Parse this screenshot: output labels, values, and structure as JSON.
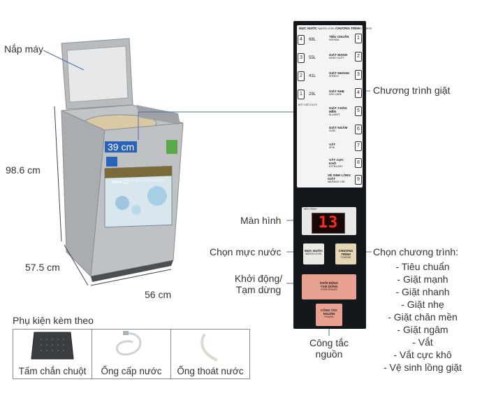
{
  "washer": {
    "lid_label": "Nắp máy",
    "depth_label": "39 cm",
    "height_label": "98.6 cm",
    "side_label": "57.5  cm",
    "width_label": "56 cm",
    "brand_text": "AQUA",
    "drum_banner": "CHẾ ĐỘ GIẶT LƯỢNG NƯỚC PHÙ HỢP"
  },
  "callouts": {
    "program": "Chương trình giặt",
    "screen": "Màn hình",
    "water_level": "Chọn mực nước",
    "start_pause_line1": "Khởi động/",
    "start_pause_line2": "Tạm dừng",
    "power_line1": "Công tắc",
    "power_line2": "nguồn",
    "program_select": "Chọn chương trình:"
  },
  "program_options": [
    "- Tiêu chuẩn",
    "- Giặt mạnh",
    "- Giặt nhanh",
    "- Giặt nhẹ",
    "- Giặt chăn mền",
    "- Giặt ngâm",
    "- Vắt",
    "- Vắt cực khô",
    "- Vệ sinh lồng giặt"
  ],
  "panel": {
    "header_water": "MỰC NƯỚC",
    "header_water_en": "WATER LEVEL",
    "header_program": "CHƯƠNG TRÌNH",
    "header_program_en": "COURSE",
    "water_levels": [
      {
        "num": "4",
        "text": "68L"
      },
      {
        "num": "3",
        "text": "55L"
      },
      {
        "num": "2",
        "text": "41L"
      },
      {
        "num": "1",
        "text": "29L"
      }
    ],
    "low_water_note": "BỘT GIẶT DƯỚI",
    "programs": [
      {
        "num": "1",
        "name": "TIÊU CHUẨN",
        "en": "NORMAL"
      },
      {
        "num": "2",
        "name": "GIẶT MẠNH",
        "en": "HEAVY DUTY"
      },
      {
        "num": "3",
        "name": "GIẶT NHANH",
        "en": "SPEEDY"
      },
      {
        "num": "4",
        "name": "GIẶT NHẸ",
        "en": "DRY CARE"
      },
      {
        "num": "5",
        "name": "GIẶT CHĂN MỀN",
        "en": "BLANKET"
      },
      {
        "num": "6",
        "name": "GIẶT NGÂM",
        "en": "SOAK"
      },
      {
        "num": "7",
        "name": "VẮT",
        "en": "SPIN"
      },
      {
        "num": "8",
        "name": "VẮT CỰC KHÔ",
        "en": "EXTRA DRY"
      },
      {
        "num": "9",
        "name": "VỆ SINH LỒNG GIẶT",
        "en": "WASHING TUB"
      }
    ],
    "display_caption": "TIẾN TRÌNH",
    "display_value": "13",
    "water_button": "MỰC NƯỚC",
    "water_button_en": "WATER LEVEL",
    "program_button": "CHƯƠNG TRÌNH",
    "program_button_en": "COURSE",
    "start_button_line1": "KHỞI ĐỘNG",
    "start_button_line2": "TẠM DỪNG",
    "start_button_en": "START/PAUSE",
    "power_button_line1": "CÔNG TẮC",
    "power_button_line2": "NGUỒN",
    "power_button_en": "POWER"
  },
  "accessories": {
    "title": "Phụ kiện kèm theo",
    "items": [
      "Tấm chắn chuột",
      "Ống cấp nước",
      "Ống thoát nước"
    ]
  },
  "colors": {
    "accent_line": "#4a6fa5",
    "panel_bg": "#14181d",
    "led": "#ff2b1c",
    "start_button": "#e8a090",
    "power_button": "#e8a090"
  }
}
